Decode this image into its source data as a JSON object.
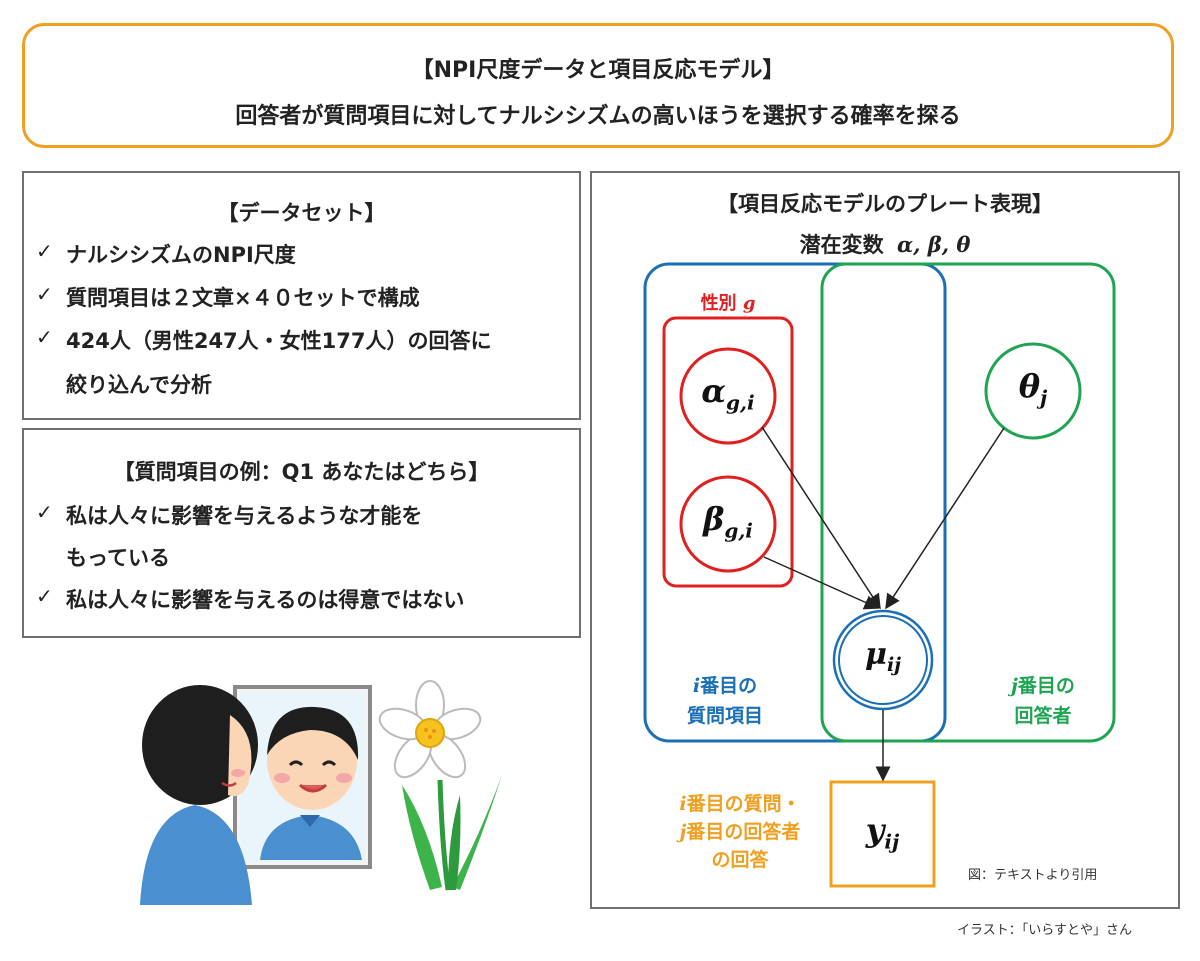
{
  "header": {
    "title": "【NPI尺度データと項目反応モデル】",
    "subtitle": "回答者が質問項目に対してナルシシズムの高いほうを選択する確率を探る"
  },
  "dataset_panel": {
    "title": "【データセット】",
    "items": [
      {
        "check": "✓",
        "lines": [
          "ナルシシズムのNPI尺度"
        ]
      },
      {
        "check": "✓",
        "lines": [
          "質問項目は２文章×４０セットで構成"
        ]
      },
      {
        "check": "✓",
        "lines": [
          "424人（男性247人・女性177人）の回答に",
          "絞り込んで分析"
        ]
      }
    ]
  },
  "question_panel": {
    "title": "【質問項目の例：Q1 あなたはどちら】",
    "items": [
      {
        "check": "✓",
        "lines": [
          "私は人々に影響を与えるような才能を",
          "もっている"
        ]
      },
      {
        "check": "✓",
        "lines": [
          "私は人々に影響を与えるのは得意ではない"
        ]
      }
    ]
  },
  "model_panel": {
    "title": "【項目反応モデルのプレート表現】",
    "latent_label": "潜在変数",
    "latent_symbols": "α, β, θ",
    "plate_gender": {
      "label": "性別",
      "index": "g"
    },
    "plate_item": {
      "index": "i",
      "line1": "番目の",
      "line2": "質問項目"
    },
    "plate_respondent": {
      "index": "j",
      "line1": "番目の",
      "line2": "回答者"
    },
    "node_alpha": {
      "sym": "α",
      "sub": "g,i"
    },
    "node_beta": {
      "sym": "β",
      "sub": "g,i"
    },
    "node_theta": {
      "sym": "θ",
      "sub": "j"
    },
    "node_mu": {
      "sym": "μ",
      "sub": "ij"
    },
    "node_y": {
      "sym": "y",
      "sub": "ij"
    },
    "observed": {
      "line1_idx": "i",
      "line1_text": "番目の質問・",
      "line2_idx": "j",
      "line2_text": "番目の回答者",
      "line3_text": "の回答"
    },
    "figure_source": "図：テキストより引用"
  },
  "illustration_credit": "イラスト：「いらすとや」さん",
  "colors": {
    "orange": "#f0a020",
    "blue": "#1a6fb5",
    "green": "#1fa552",
    "red": "#e02020",
    "panel_border": "#707070"
  }
}
